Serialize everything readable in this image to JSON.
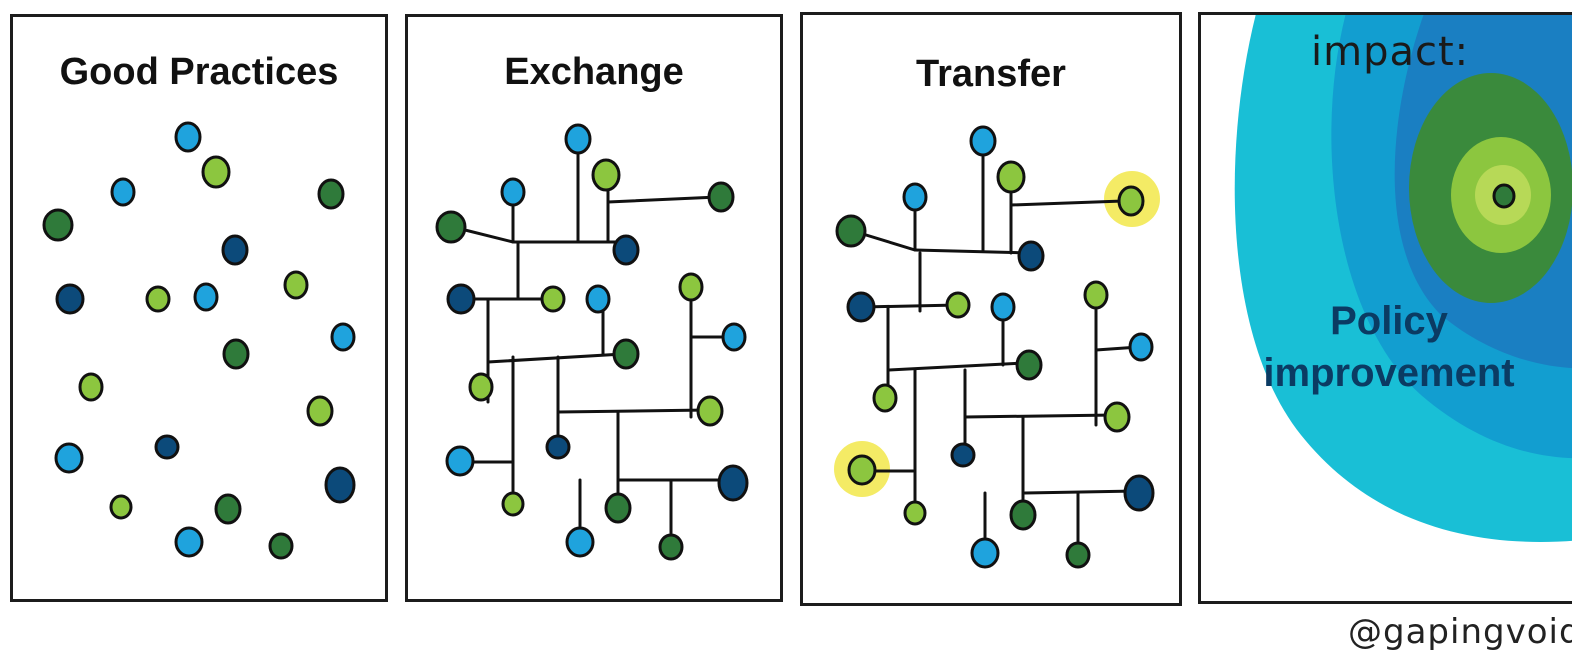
{
  "panels": [
    {
      "title": "Good Practices"
    },
    {
      "title": "Exchange"
    },
    {
      "title": "Transfer"
    },
    {
      "impact_label": "impact:",
      "policy_text": "Policy improvement"
    }
  ],
  "credit": "@gapingvoid",
  "colors": {
    "dark_blue": "#0c4a7a",
    "light_blue": "#1fa3dd",
    "dark_green": "#2f7a3a",
    "light_green": "#8cc63f",
    "highlight": "#f2e84a",
    "ring_outer": "#19bfd6",
    "ring_2": "#129ed0",
    "ring_3": "#1a7fc2",
    "ring_green": "#3a8a3c",
    "ring_lightgreen": "#8cc63f",
    "ring_center": "#b7d957"
  }
}
